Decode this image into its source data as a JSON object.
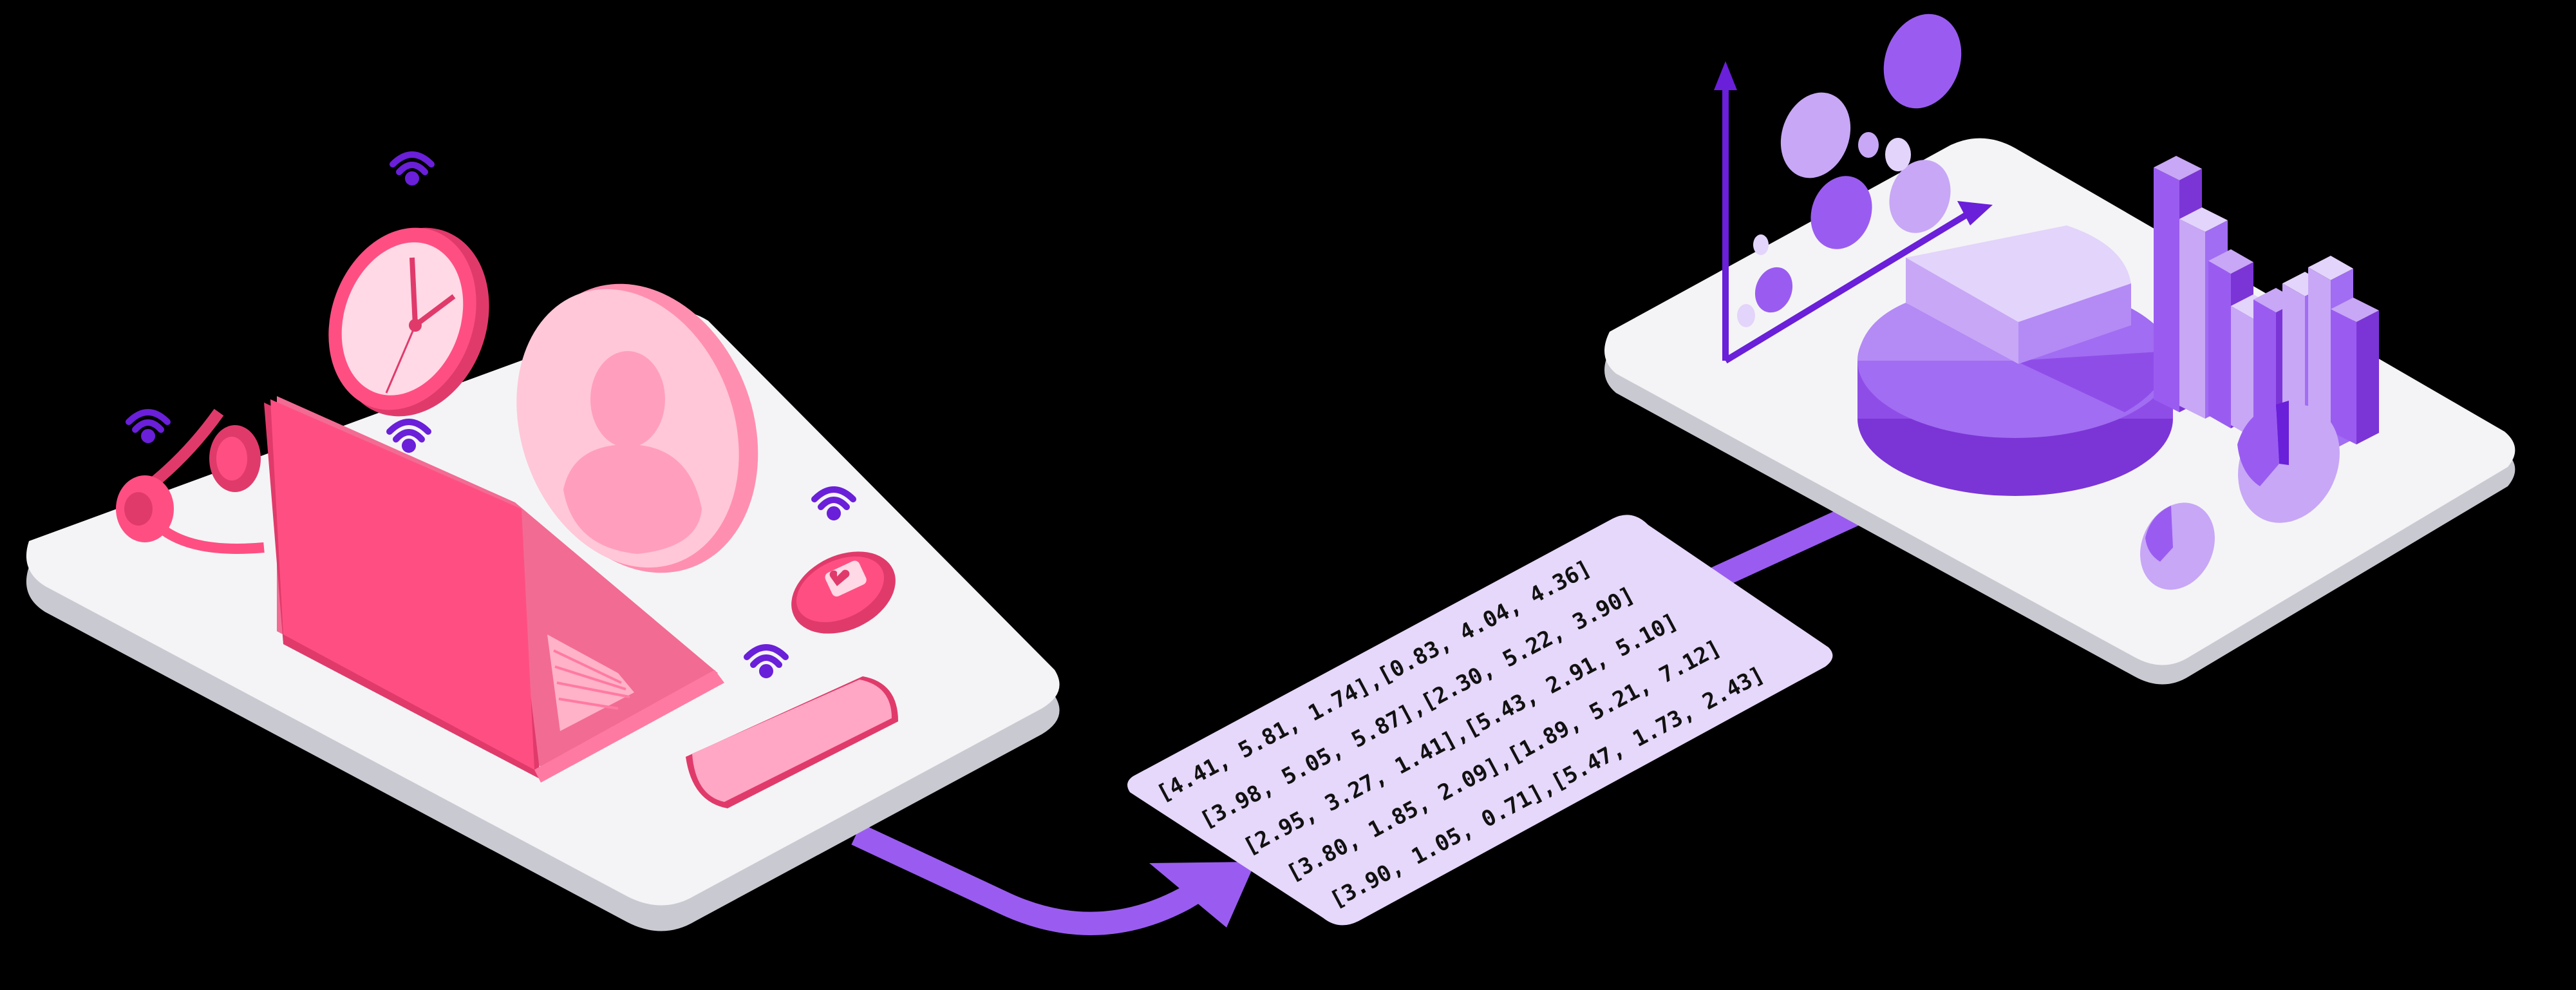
{
  "diagram": {
    "background": "#000000",
    "colors": {
      "platform_top": "#f4f4f6",
      "platform_side": "#c9c9d1",
      "device_pink": "#ff4f82",
      "device_pink_dark": "#e03a6b",
      "device_pink_light": "#ffa7c4",
      "device_pink_pale": "#ffd9e6",
      "signal_purple": "#6a1fd9",
      "chart_purple": "#9a5cf0",
      "chart_purple_light": "#c8a7f6",
      "chart_purple_pale": "#e3d4fb",
      "data_card": "#e6d8fb",
      "flow_arrow": "#9a5cf0"
    },
    "source_devices": [
      {
        "name": "laptop-icon"
      },
      {
        "name": "clock-icon"
      },
      {
        "name": "user-profile-icon"
      },
      {
        "name": "headphones-icon"
      },
      {
        "name": "smartwatch-icon"
      },
      {
        "name": "smartphone-icon"
      },
      {
        "name": "wifi-signal-icon"
      }
    ],
    "data_rows": [
      "[4.41, 5.81, 1.74],[0.83, 4.04, 4.36]",
      "[3.98, 5.05, 5.87],[2.30, 5.22, 3.90]",
      "[2.95, 3.27, 1.41],[5.43, 2.91, 5.10]",
      "[3.80, 1.85, 2.09],[1.89, 5.21, 7.12]",
      "[3.90, 1.05, 0.71],[5.47, 1.73, 2.43]"
    ],
    "analytics": [
      {
        "name": "scatter-plot-icon"
      },
      {
        "name": "pie-chart-icon"
      },
      {
        "name": "bar-chart-icon"
      },
      {
        "name": "mini-pie-chart-icon"
      }
    ]
  }
}
